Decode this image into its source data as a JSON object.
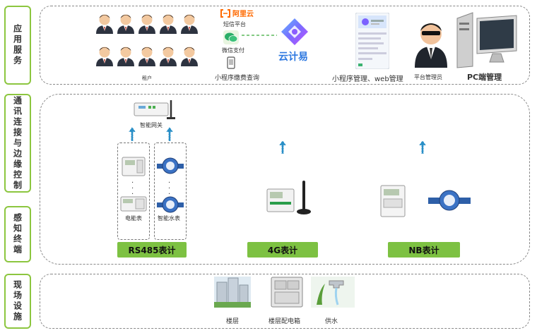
{
  "sidebar": {
    "app_services": "应用服务",
    "comm_edge": "通讯连接与边缘控制",
    "terminal": "感知终端",
    "onsite": "现场设施"
  },
  "app_layer": {
    "users_label": "租户",
    "aliyun_label": "阿里云",
    "sms_label": "短信平台",
    "wechat_pay_label": "微信支付",
    "mini_query_label": "小程序缴费查询",
    "cloud_brand": "云计易",
    "mini_web_label": "小程序管理、web管理",
    "admin_label": "平台管理员",
    "pc_label": "PC端管理"
  },
  "comm_layer": {
    "gateway_label": "智能网关"
  },
  "terminal_layer": {
    "e_meter_label": "电能表",
    "w_meter_label": "智能水表",
    "rs485_label": "RS485表计",
    "g4_label": "4G表计",
    "nb_label": "NB表计"
  },
  "onsite_layer": {
    "building_label": "楼层",
    "dist_box_label": "楼层配电箱",
    "water_label": "供水"
  },
  "colors": {
    "accent_green": "#8cc63f",
    "button_green": "#7dc142",
    "arrow_blue": "#2a8fc7"
  }
}
